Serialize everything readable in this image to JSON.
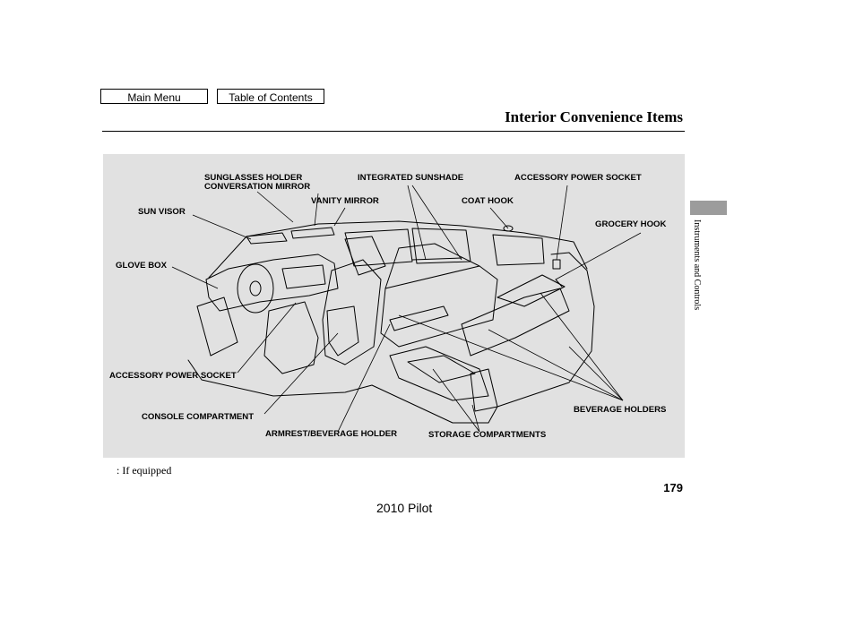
{
  "nav": {
    "main_menu": "Main Menu",
    "table_of_contents": "Table of Contents"
  },
  "header": {
    "title": "Interior Convenience Items"
  },
  "side_tab": {
    "section": "Instruments and Controls",
    "color": "#9c9c9c"
  },
  "figure": {
    "background": "#e1e1e1",
    "labels": {
      "sunglasses_holder": "SUNGLASSES HOLDER",
      "conversation_mirror": "CONVERSATION MIRROR",
      "integrated_sunshade": "INTEGRATED SUNSHADE",
      "accessory_power_socket_rear": "ACCESSORY POWER SOCKET",
      "vanity_mirror": "VANITY MIRROR",
      "coat_hook": "COAT HOOK",
      "sun_visor": "SUN VISOR",
      "grocery_hook": "GROCERY HOOK",
      "glove_box": "GLOVE BOX",
      "accessory_power_socket_front": "ACCESSORY POWER SOCKET",
      "beverage_holders": "BEVERAGE HOLDERS",
      "console_compartment": "CONSOLE COMPARTMENT",
      "armrest_beverage_holder": "ARMREST/BEVERAGE HOLDER",
      "storage_compartments": "STORAGE COMPARTMENTS"
    }
  },
  "footnote": ":  If equipped",
  "page_number": "179",
  "footer": {
    "model": "2010 Pilot"
  }
}
